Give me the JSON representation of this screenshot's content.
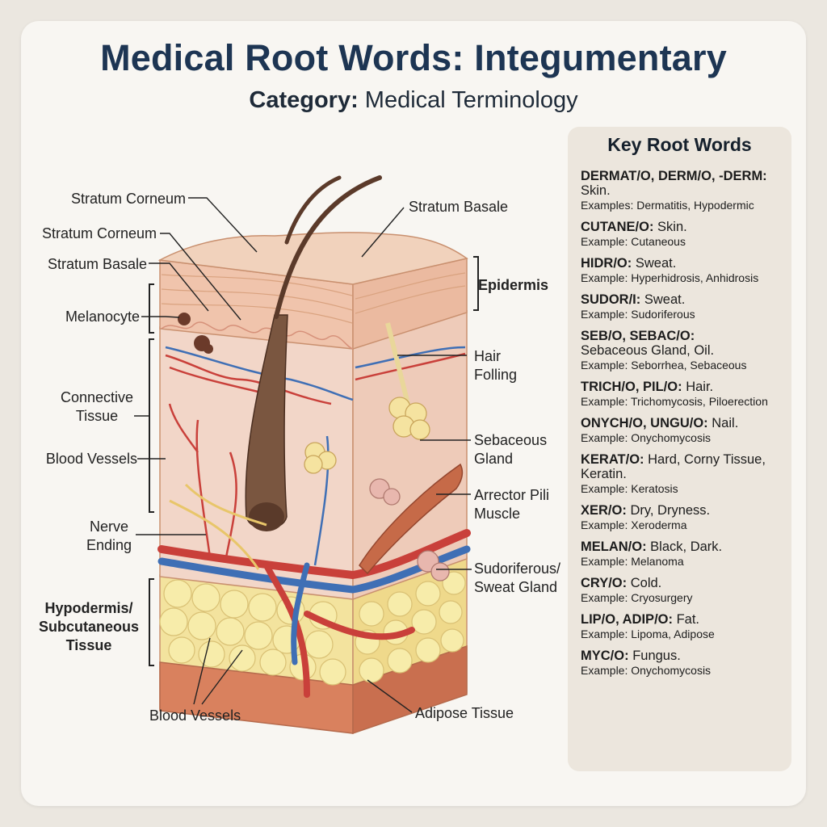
{
  "header": {
    "title": "Medical Root Words: Integumentary",
    "subtitle_label": "Category:",
    "subtitle_value": "Medical Terminology"
  },
  "labels": {
    "stratum_corneum_1": "Stratum Corneum",
    "stratum_corneum_2": "Stratum Corneum",
    "stratum_basale_left": "Stratum Basale",
    "stratum_basale_top": "Stratum Basale",
    "melanocyte": "Melanocyte",
    "connective_tissue": "Connective\nTissue",
    "blood_vessels_left": "Blood Vessels",
    "nerve_ending": "Nerve\nEnding",
    "hypodermis": "Hypodermis/\nSubcutaneous\nTissue",
    "blood_vessels_bottom": "Blood Vessels",
    "epidermis": "Epidermis",
    "hair_follicle": "Hair\nFolling",
    "sebaceous_gland": "Sebaceous\nGland",
    "arrector_pili": "Arrector Pili\nMuscle",
    "sweat_gland": "Sudoriferous/\nSweat Gland",
    "adipose_tissue": "Adipose Tissue"
  },
  "colors": {
    "title": "#1d3553",
    "skin_top": "#f1d2bc",
    "dermis": "#f2d6c8",
    "fat": "#f3e39e",
    "artery": "#c9403a",
    "vein": "#3f6fb5",
    "hair": "#5b3a2a"
  },
  "key_panel": {
    "title": "Key Root Words",
    "entries": [
      {
        "root": "DERMAT/O, DERM/O, -DERM:",
        "meaning": "Skin.",
        "example": "Examples: Dermatitis, Hypodermic",
        "break": true
      },
      {
        "root": "CUTANE/O:",
        "meaning": "Skin.",
        "example": "Example: Cutaneous",
        "break": false
      },
      {
        "root": "HIDR/O:",
        "meaning": "Sweat.",
        "example": "Example: Hyperhidrosis, Anhidrosis",
        "break": false
      },
      {
        "root": "SUDOR/I:",
        "meaning": "Sweat.",
        "example": "Example: Sudoriferous",
        "break": false
      },
      {
        "root": "SEB/O, SEBAC/O:",
        "meaning": "Sebaceous Gland, Oil.",
        "example": "Example: Seborrhea, Sebaceous",
        "break": true
      },
      {
        "root": "TRICH/O, PIL/O:",
        "meaning": "Hair.",
        "example": "Example: Trichomycosis, Piloerection",
        "break": false
      },
      {
        "root": "ONYCH/O, UNGU/O:",
        "meaning": "Nail.",
        "example": "Example: Onychomycosis",
        "break": false
      },
      {
        "root": "KERAT/O:",
        "meaning": "Hard, Corny Tissue, Keratin.",
        "example": "Example: Keratosis",
        "break": false
      },
      {
        "root": "XER/O:",
        "meaning": "Dry, Dryness.",
        "example": "Example: Xeroderma",
        "break": false
      },
      {
        "root": "MELAN/O:",
        "meaning": "Black, Dark.",
        "example": "Example: Melanoma",
        "break": false
      },
      {
        "root": "CRY/O:",
        "meaning": "Cold.",
        "example": "Example: Cryosurgery",
        "break": false
      },
      {
        "root": "LIP/O, ADIP/O:",
        "meaning": "Fat.",
        "example": "Example: Lipoma, Adipose",
        "break": false
      },
      {
        "root": "MYC/O:",
        "meaning": "Fungus.",
        "example": "Example: Onychomycosis",
        "break": false
      }
    ]
  }
}
